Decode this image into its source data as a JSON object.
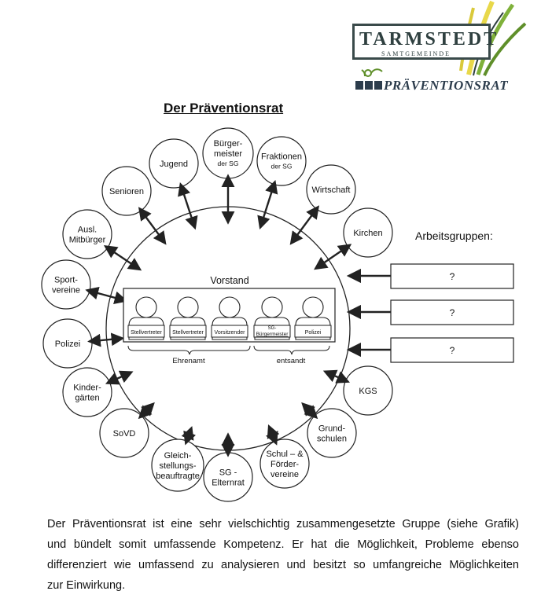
{
  "logo": {
    "brand": "TARMSTEDT",
    "subtitle": "SAMTGEMEINDE",
    "council": "PRÄVENTIONSRAT"
  },
  "title": "Der Präventionsrat",
  "members": [
    {
      "id": "buergermeister",
      "lines": [
        "Bürger-",
        "meister"
      ],
      "small": "der SG"
    },
    {
      "id": "fraktionen",
      "lines": [
        "Fraktionen"
      ],
      "small": "der SG"
    },
    {
      "id": "wirtschaft",
      "lines": [
        "Wirtschaft"
      ]
    },
    {
      "id": "kirchen",
      "lines": [
        "Kirchen"
      ]
    },
    {
      "id": "kgs",
      "lines": [
        "KGS"
      ]
    },
    {
      "id": "grundschulen",
      "lines": [
        "Grund-",
        "schulen"
      ]
    },
    {
      "id": "schulvereine",
      "lines": [
        "Schul – &",
        "Förder-",
        "vereine"
      ]
    },
    {
      "id": "elternrat",
      "lines": [
        "SG -",
        "Elternrat"
      ]
    },
    {
      "id": "gleichstellung",
      "lines": [
        "Gleich-",
        "stellungs-",
        "beauftragte"
      ]
    },
    {
      "id": "sovd",
      "lines": [
        "SoVD"
      ]
    },
    {
      "id": "kindergaerten",
      "lines": [
        "Kinder-",
        "gärten"
      ]
    },
    {
      "id": "polizei",
      "lines": [
        "Polizei"
      ]
    },
    {
      "id": "sportvereine",
      "lines": [
        "Sport-",
        "vereine"
      ]
    },
    {
      "id": "ausl-mitbuerger",
      "lines": [
        "Ausl.",
        "Mitbürger"
      ]
    },
    {
      "id": "senioren",
      "lines": [
        "Senioren"
      ]
    },
    {
      "id": "jugend",
      "lines": [
        "Jugend"
      ]
    }
  ],
  "vorstand": {
    "title": "Vorstand",
    "persons": [
      {
        "lines": [
          "Stellvertreter"
        ]
      },
      {
        "lines": [
          "Stellvertreter"
        ]
      },
      {
        "lines": [
          "Vorsitzender"
        ]
      },
      {
        "lines": [
          "SG-",
          "Bürgermeister"
        ]
      },
      {
        "lines": [
          "Polizei"
        ]
      }
    ],
    "groups": [
      "Ehrenamt",
      "entsandt"
    ]
  },
  "working_groups": {
    "label": "Arbeitsgruppen:",
    "boxes": [
      "?",
      "?",
      "?"
    ]
  },
  "paragraph": [
    "Der Präventionsrat ist eine sehr vielschichtig zusammengesetzte Gruppe (siehe Grafik)",
    "und bündelt somit umfassende Kompetenz. Er hat die Möglichkeit, Probleme ebenso",
    "differenziert wie umfassend zu analysieren und besitzt so umfangreiche Möglichkeiten",
    "zur Einwirkung."
  ],
  "colors": {
    "ink": "#111111",
    "logo": "#2f4040",
    "leaf_green": "#7fb13a",
    "leaf_yellow": "#e8d84a"
  }
}
